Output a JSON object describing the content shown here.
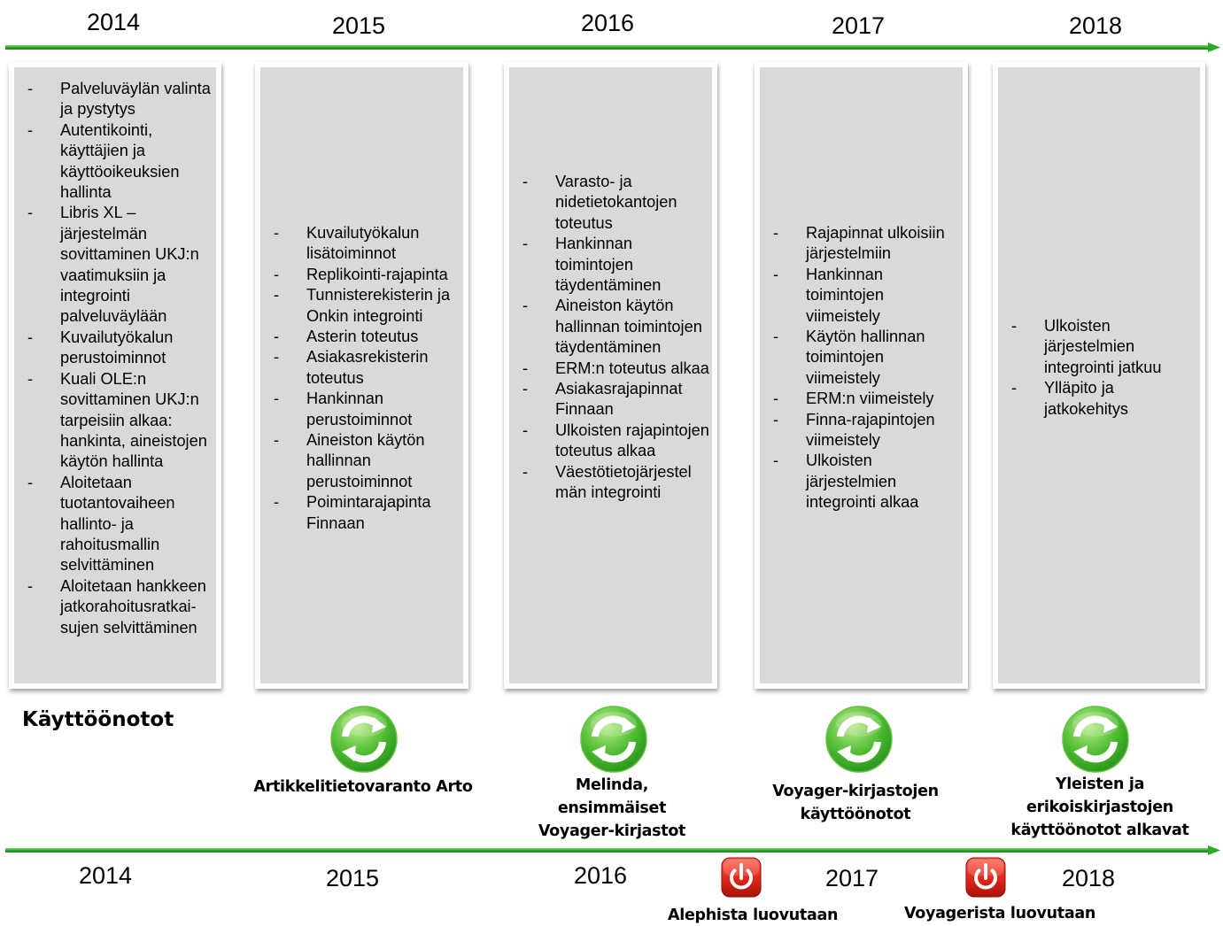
{
  "years_top": [
    "2014",
    "2015",
    "2016",
    "2017",
    "2018"
  ],
  "years_bottom": [
    "2014",
    "2015",
    "2016",
    "2017",
    "2018"
  ],
  "columns": [
    {
      "year": "2014",
      "items": [
        "Palveluväylän valinta ja pystytys",
        "Autentikointi, käyttäjien ja käyttöoikeuksien hallinta",
        "Libris XL – järjestelmän sovittaminen UKJ:n vaatimuksiin ja integrointi palveluväylään",
        "Kuvailutyökalun perustoiminnot",
        "Kuali OLE:n sovittaminen UKJ:n tarpeisiin alkaa: hankinta, aineistojen käytön hallinta",
        "Aloitetaan tuotantovaiheen hallinto- ja rahoitusmallin selvittäminen",
        "Aloitetaan hankkeen jatkorahoitusratkai-sujen selvittäminen"
      ]
    },
    {
      "year": "2015",
      "items": [
        "Kuvailutyökalun lisätoiminnot",
        "Replikointi-rajapinta",
        "Tunnisterekisterin ja Onkin integrointi",
        "Asterin toteutus",
        "Asiakasrekisterin toteutus",
        "Hankinnan perustoiminnot",
        "Aineiston käytön hallinnan perustoiminnot",
        "Poimintarajapinta Finnaan"
      ]
    },
    {
      "year": "2016",
      "items": [
        "Varasto- ja nidetietokantojen toteutus",
        "Hankinnan toimintojen täydentäminen",
        "Aineiston käytön hallinnan toimintojen täydentäminen",
        "ERM:n toteutus alkaa",
        "Asiakasrajapinnat Finnaan",
        "Ulkoisten rajapintojen toteutus alkaa",
        "Väestötietojärjestel män integrointi"
      ]
    },
    {
      "year": "2017",
      "items": [
        "Rajapinnat ulkoisiin järjestelmiin",
        "Hankinnan toimintojen viimeistely",
        "Käytön hallinnan toimintojen viimeistely",
        "ERM:n viimeistely",
        "Finna-rajapintojen viimeistely",
        "Ulkoisten järjestelmien integrointi alkaa"
      ]
    },
    {
      "year": "2018",
      "items": [
        "Ulkoisten järjestelmien integrointi jatkuu",
        "Ylläpito ja jatkokehitys"
      ]
    }
  ],
  "deployments": {
    "title": "Käyttöönotot",
    "items": [
      {
        "label": "Artikkelitietovaranto Arto",
        "icon": "refresh-cycle-icon"
      },
      {
        "label": "Melinda, ensimmäiset Voyager-kirjastot",
        "icon": "refresh-cycle-icon"
      },
      {
        "label": "Voyager-kirjastojen käyttöönotot",
        "icon": "refresh-cycle-icon"
      },
      {
        "label": "Yleisten ja erikoiskirjastojen käyttöönotot alkavat",
        "icon": "refresh-cycle-icon"
      }
    ]
  },
  "decommissions": [
    {
      "label": "Alephista luovutaan",
      "icon": "power-off-icon"
    },
    {
      "label": "Voyagerista luovutaan",
      "icon": "power-off-icon"
    }
  ],
  "colors": {
    "axis_green": "#2ca02c",
    "panel_gray": "#d9d9d9",
    "cycle_green": "#33a02c",
    "power_red": "#d9261c"
  }
}
